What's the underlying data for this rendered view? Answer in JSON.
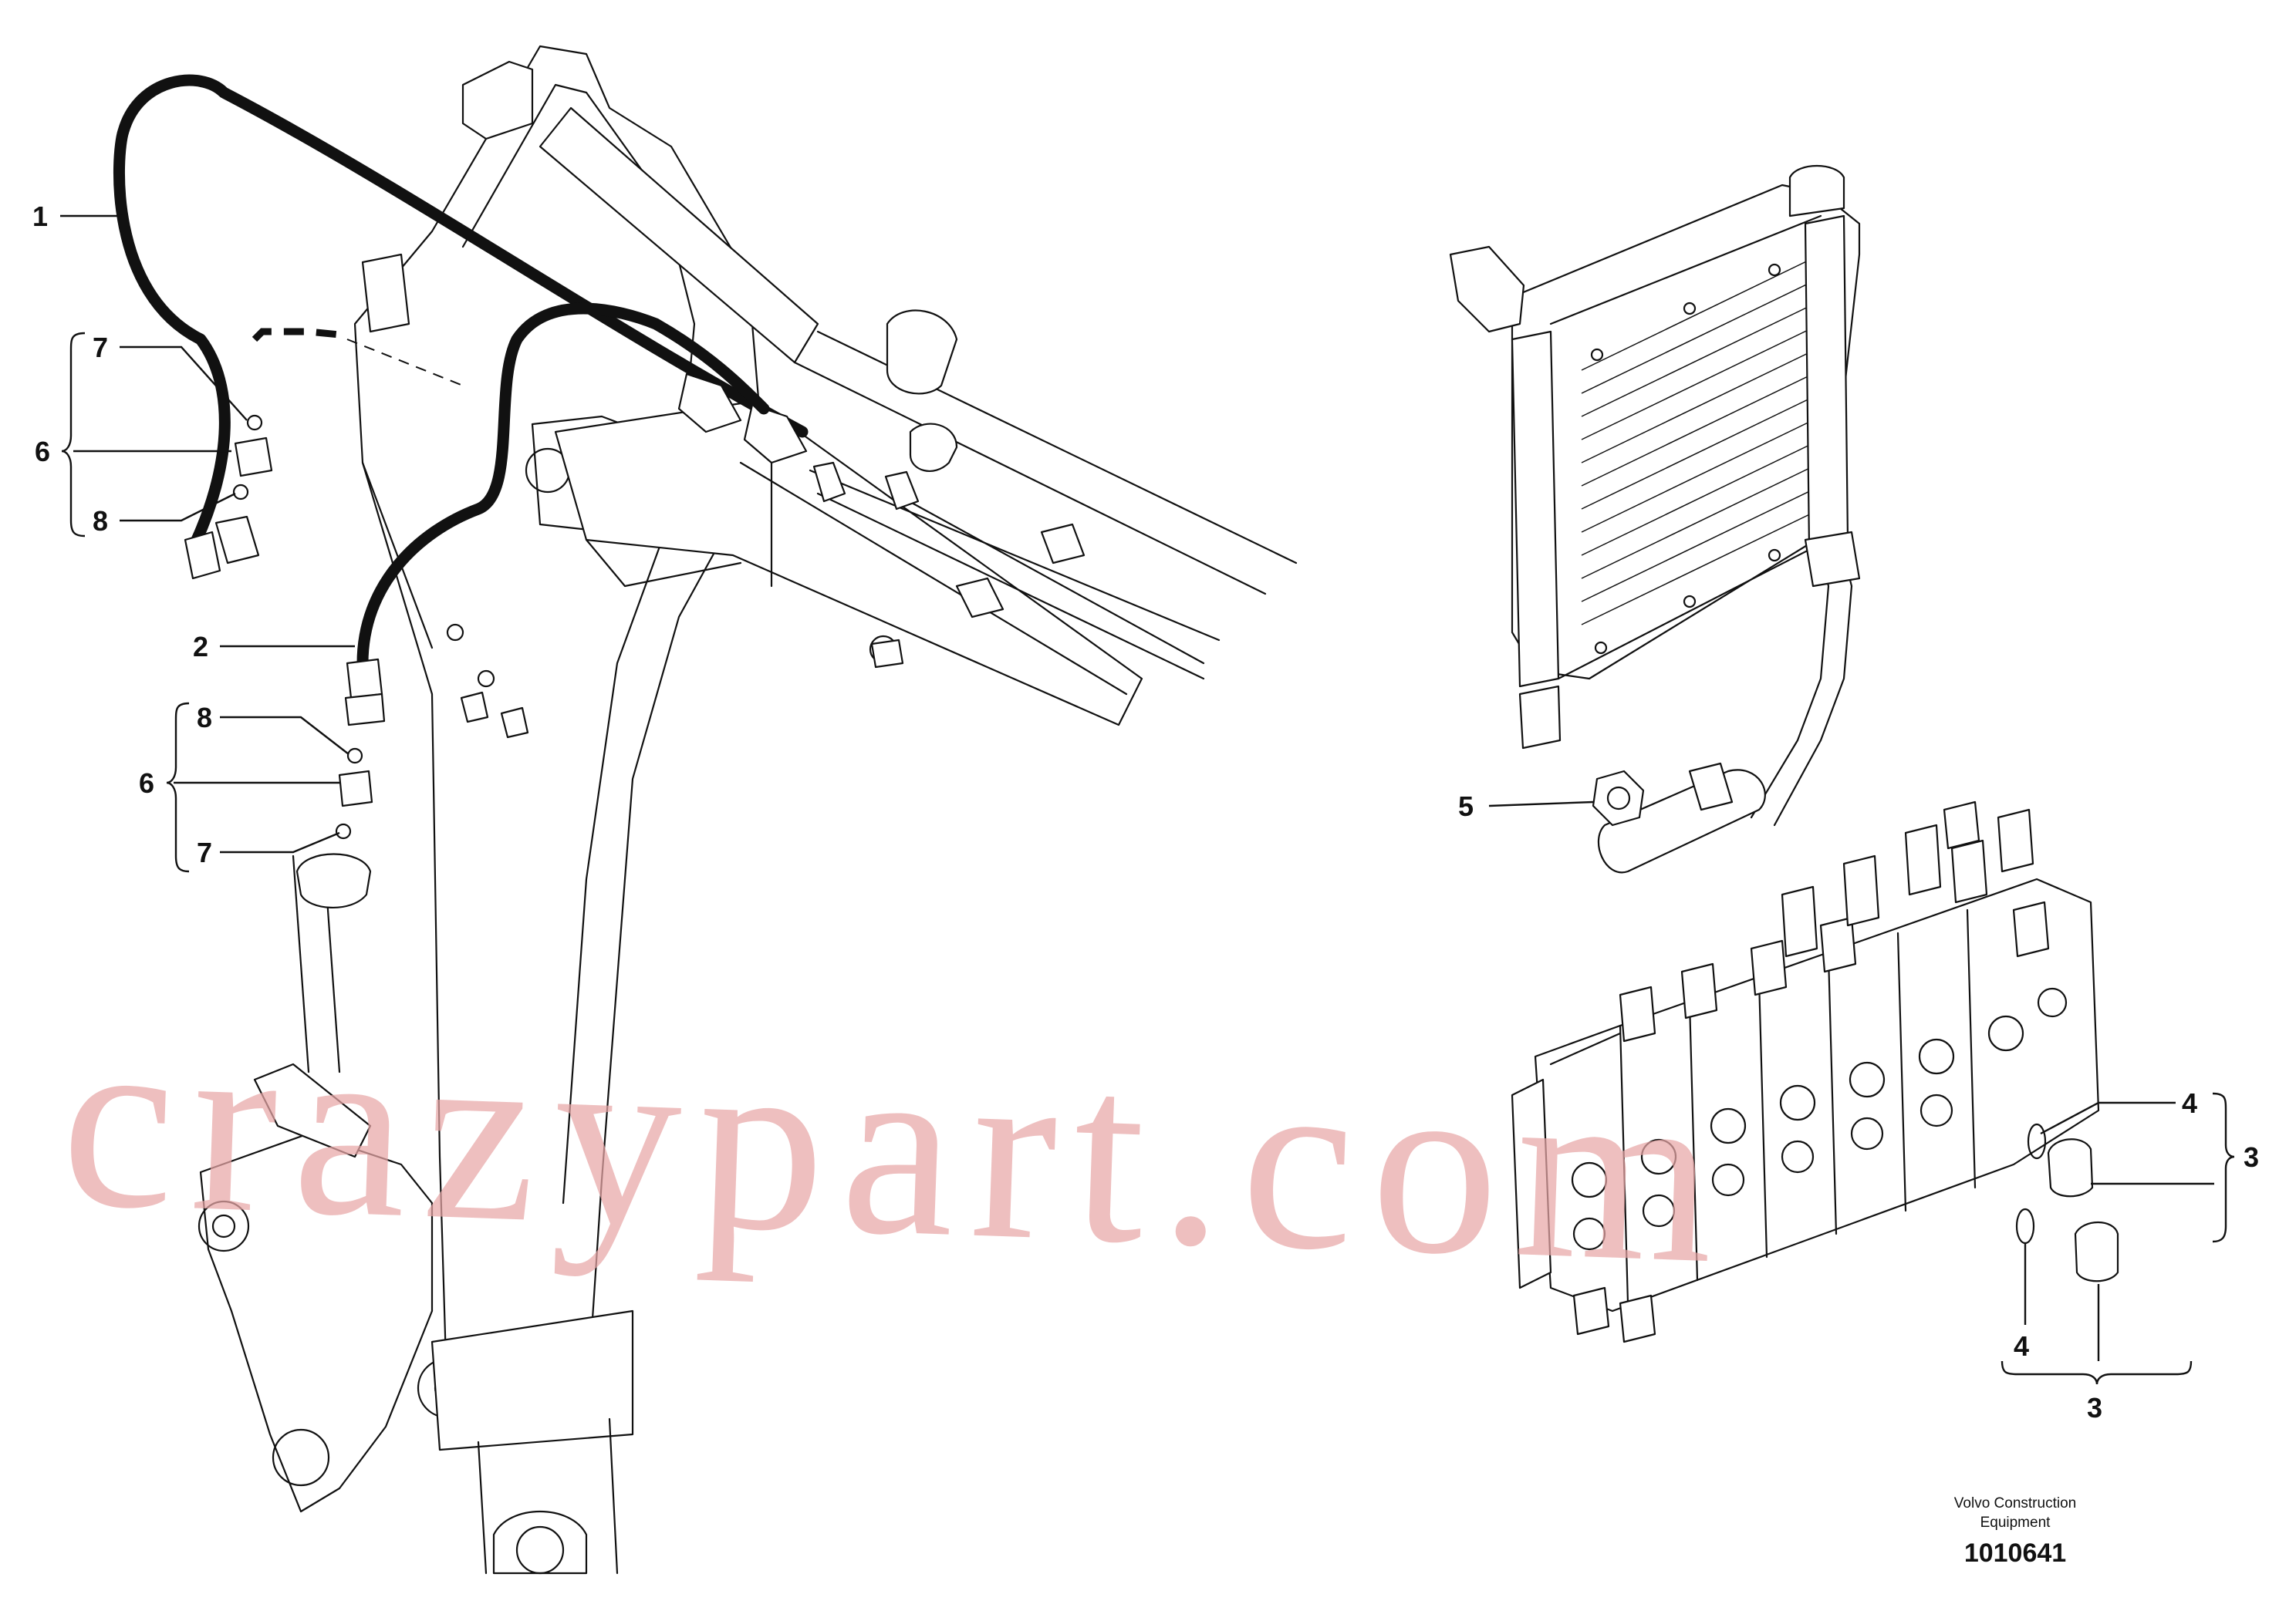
{
  "callouts": {
    "c1": "1",
    "c2": "2",
    "c3a": "3",
    "c3b": "3",
    "c4a": "4",
    "c4b": "4",
    "c5": "5",
    "c6a": "6",
    "c6b": "6",
    "c7a": "7",
    "c7b": "7",
    "c8a": "8",
    "c8b": "8"
  },
  "credit": {
    "line1": "Volvo Construction",
    "line2": "Equipment"
  },
  "doc_number": "1010641",
  "watermark": "crazypart.com",
  "colors": {
    "watermark": "#e8a6a6",
    "line": "#111111",
    "background": "#ffffff"
  }
}
